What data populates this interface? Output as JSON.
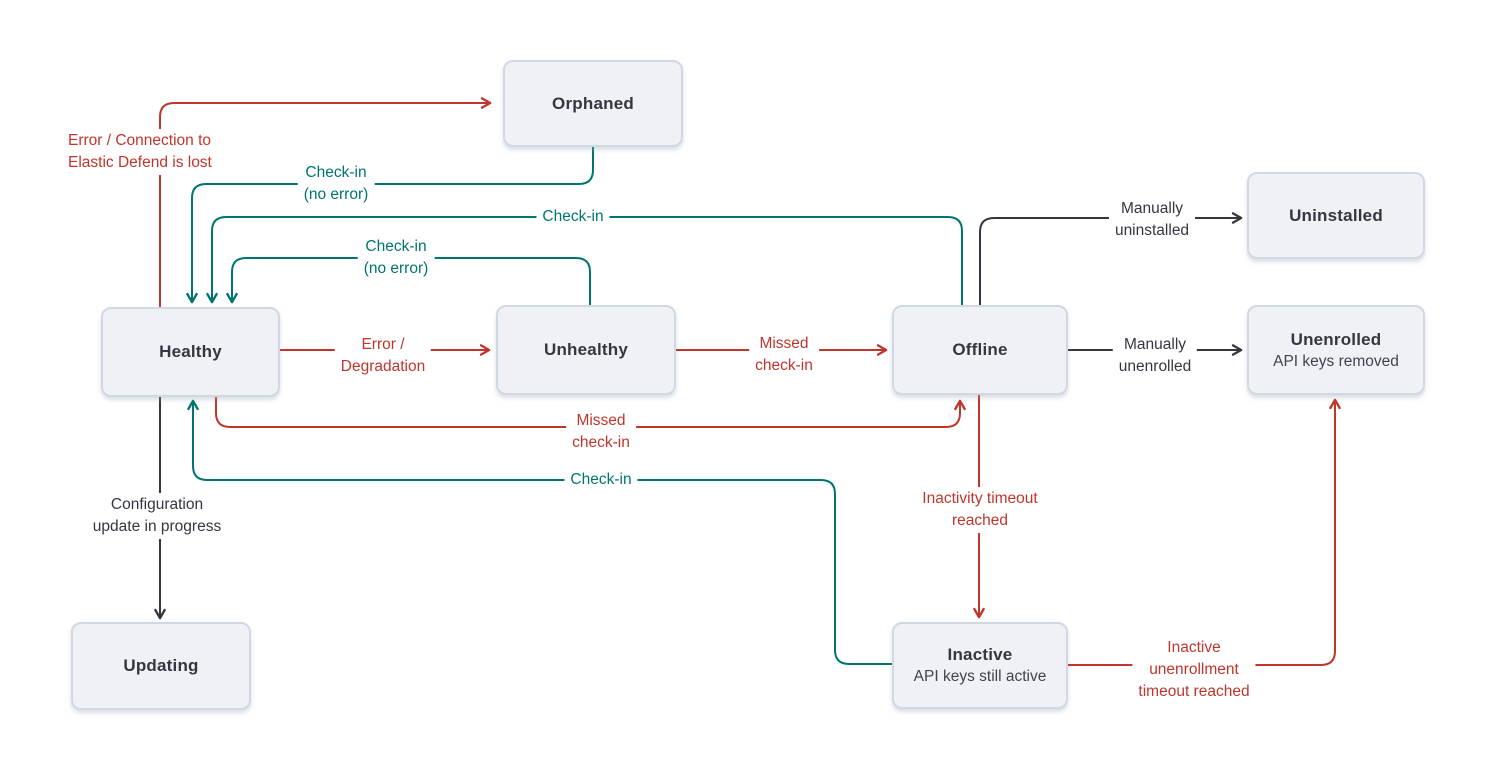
{
  "colors": {
    "red": "#bf362c",
    "teal": "#00756f",
    "ink": "#343741",
    "box-fill": "#f0f1f4",
    "box-border": "#cfd8e3",
    "background": "#ffffff"
  },
  "states": [
    {
      "id": "orphaned",
      "label": "Orphaned"
    },
    {
      "id": "healthy",
      "label": "Healthy"
    },
    {
      "id": "unhealthy",
      "label": "Unhealthy"
    },
    {
      "id": "offline",
      "label": "Offline"
    },
    {
      "id": "uninstalled",
      "label": "Uninstalled"
    },
    {
      "id": "unenrolled",
      "label": "Unenrolled",
      "sublabel": "API keys removed"
    },
    {
      "id": "updating",
      "label": "Updating"
    },
    {
      "id": "inactive",
      "label": "Inactive",
      "sublabel": "API keys still active"
    }
  ],
  "transitions": [
    {
      "from": "healthy",
      "to": "orphaned",
      "kind": "error",
      "label": "Error / Connection to\nElastic Defend is lost"
    },
    {
      "from": "orphaned",
      "to": "healthy",
      "kind": "checkin",
      "label": "Check-in\n(no error)"
    },
    {
      "from": "offline",
      "to": "healthy",
      "kind": "checkin",
      "label": "Check-in"
    },
    {
      "from": "unhealthy",
      "to": "healthy",
      "kind": "checkin",
      "label": "Check-in\n(no error)"
    },
    {
      "from": "healthy",
      "to": "unhealthy",
      "kind": "error",
      "label": "Error /\nDegradation"
    },
    {
      "from": "unhealthy",
      "to": "offline",
      "kind": "error",
      "label": "Missed\ncheck-in"
    },
    {
      "from": "offline",
      "to": "uninstalled",
      "kind": "manual",
      "label": "Manually\nuninstalled"
    },
    {
      "from": "offline",
      "to": "unenrolled",
      "kind": "manual",
      "label": "Manually\nunenrolled"
    },
    {
      "from": "healthy",
      "to": "offline",
      "kind": "error",
      "label": "Missed\ncheck-in"
    },
    {
      "from": "inactive",
      "to": "healthy",
      "kind": "checkin",
      "label": "Check-in"
    },
    {
      "from": "healthy",
      "to": "updating",
      "kind": "manual",
      "label": "Configuration\nupdate in progress"
    },
    {
      "from": "offline",
      "to": "inactive",
      "kind": "error",
      "label": "Inactivity timeout\nreached"
    },
    {
      "from": "inactive",
      "to": "unenrolled",
      "kind": "error",
      "label": "Inactive\nunenrollment\ntimeout reached"
    }
  ]
}
